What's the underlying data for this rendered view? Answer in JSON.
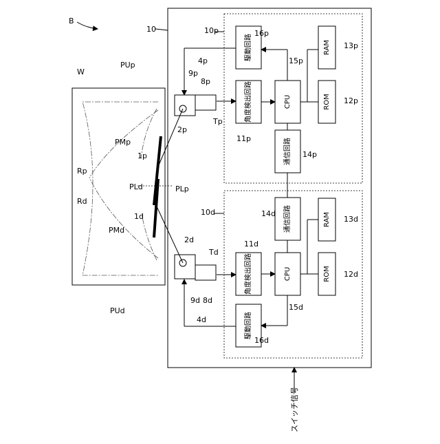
{
  "figure_label": "B",
  "unit_label": "10",
  "sub_p": "10p",
  "sub_d": "10d",
  "blocks": {
    "drive_p": "駆動回路",
    "angle_p": "角度検出回路",
    "cpu_p": "CPU",
    "ram_p": "RAM",
    "rom_p": "ROM",
    "comm_p": "通信回路",
    "drive_d": "駆動回路",
    "angle_d": "角度検出回路",
    "cpu_d": "CPU",
    "ram_d": "RAM",
    "rom_d": "ROM",
    "comm_d": "通信回路"
  },
  "refs": {
    "r16p": "16p",
    "r15p": "15p",
    "r13p": "13p",
    "r12p": "12p",
    "r11p": "11p",
    "r14p": "14p",
    "r4p": "4p",
    "r9p": "9p",
    "r8p": "8p",
    "r2p": "2p",
    "rTp": "Tp",
    "r1p": "1p",
    "rPLp": "PLp",
    "rPUp": "PUp",
    "rPMp": "PMp",
    "rRp": "Rp",
    "rW": "W",
    "rRd": "Rd",
    "rPLd": "PLd",
    "rPMd": "PMd",
    "r1d": "1d",
    "rPUd": "PUd",
    "r2d": "2d",
    "rTd": "Td",
    "r9d": "9d",
    "r8d": "8d",
    "r4d": "4d",
    "r14d": "14d",
    "r11d": "11d",
    "r13d": "13d",
    "r12d": "12d",
    "r15d": "15d",
    "r16d": "16d"
  },
  "switch_signal": "スイッチ信号"
}
